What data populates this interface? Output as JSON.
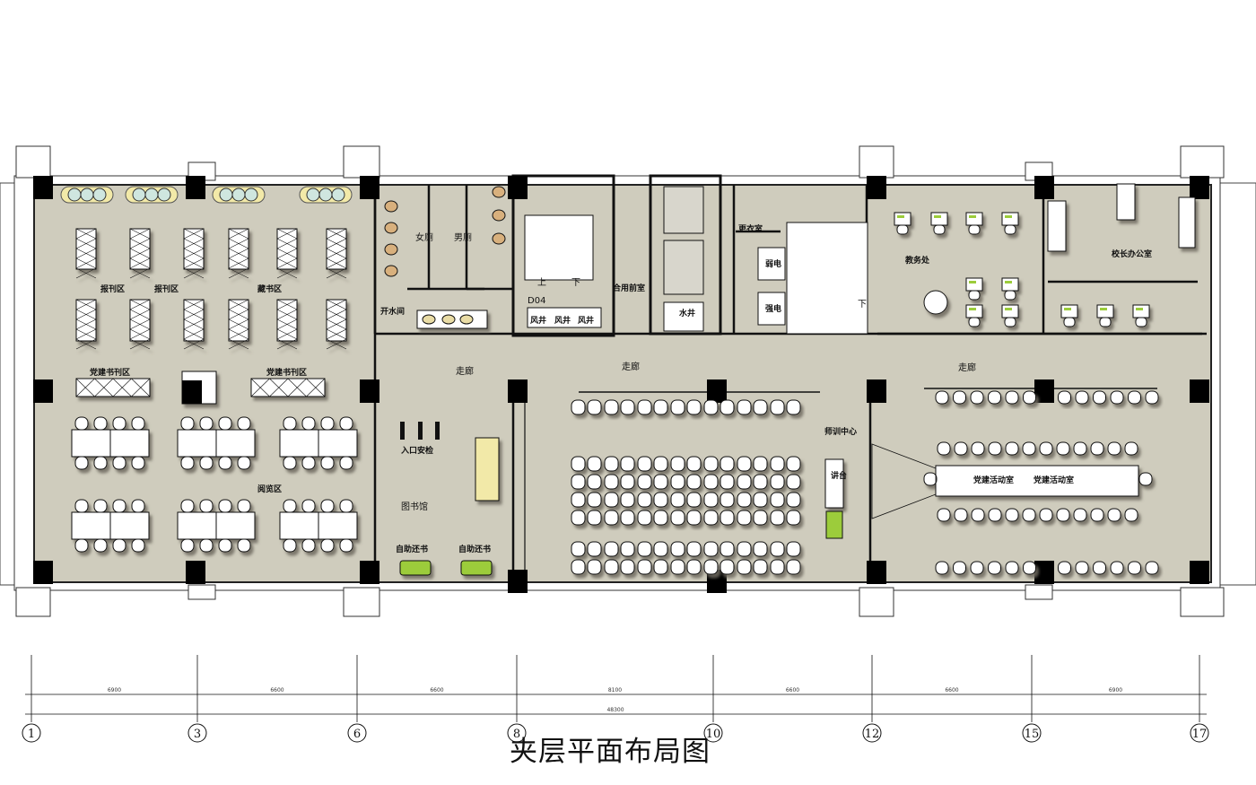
{
  "title": "夹层平面布局图",
  "rooms": {
    "periodicals_1": "报刊区",
    "periodicals_2": "报刊区",
    "book_stacks": "藏书区",
    "party_books_1": "党建书刊区",
    "party_books_2": "党建书刊区",
    "reading": "阅览区",
    "women_wc": "女厕",
    "men_wc": "男厕",
    "water_room": "开水间",
    "entrance_security": "入口安检",
    "library": "图书馆",
    "self_return_1": "自助还书",
    "self_return_2": "自助还书",
    "corridor_1": "走廊",
    "corridor_2": "走廊",
    "corridor_3": "走廊",
    "shared_lobby": "合用前室",
    "fan_shaft_1": "风井",
    "fan_shaft_2": "风井",
    "fan_shaft_3": "风井",
    "stair_up": "上",
    "stair_down": "下",
    "stair2_down": "下",
    "door_tag": "D04",
    "water_shaft": "水井",
    "locker_room": "更衣室",
    "weak_electric": "弱电",
    "strong_electric": "强电",
    "academic_office": "教务处",
    "principal_office": "校长办公室",
    "training_center": "师训中心",
    "podium": "讲台",
    "party_activity_1": "党建活动室",
    "party_activity_2": "党建活动室"
  },
  "axes": [
    "1",
    "3",
    "6",
    "8",
    "10",
    "12",
    "15",
    "17"
  ],
  "dimensions": [
    "6900",
    "6600",
    "6600",
    "8100",
    "6600",
    "6600",
    "6900"
  ],
  "total_dimension": "48300",
  "colors": {
    "floor": "#cfccbd",
    "wall": "#111111",
    "column": "#000000",
    "shadow": "#8f8c7e",
    "accent_green": "#9ccc3b"
  }
}
